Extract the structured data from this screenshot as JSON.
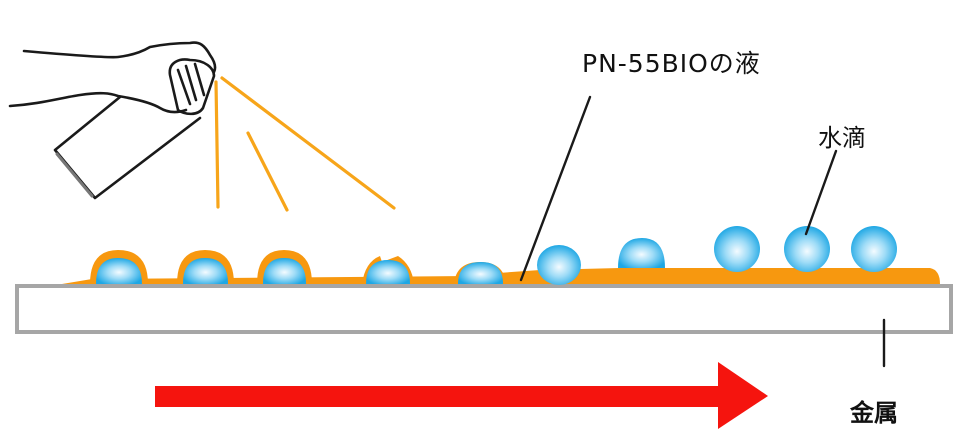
{
  "diagram": {
    "type": "process-illustration",
    "description": "Spray can applying liquid onto metal; liquid film spreads and displaces water droplets over time",
    "labels": {
      "liquid": "PN-55BIOの液",
      "water_droplets": "水滴",
      "metal": "金属"
    },
    "elements": {
      "spray_can": "hand-holding-spray-can",
      "spray_lines": 3,
      "droplets_covered": 4,
      "droplets_partially_covered": 1,
      "droplets_on_film": 5,
      "arrow_direction": "right"
    },
    "colors": {
      "liquid": "#f7980f",
      "droplet": "#29aee8",
      "droplet_highlight": "#eaf8ff",
      "metal_border": "#a6a6a6",
      "arrow": "#f5140e",
      "outline": "#1a1a1a"
    }
  }
}
